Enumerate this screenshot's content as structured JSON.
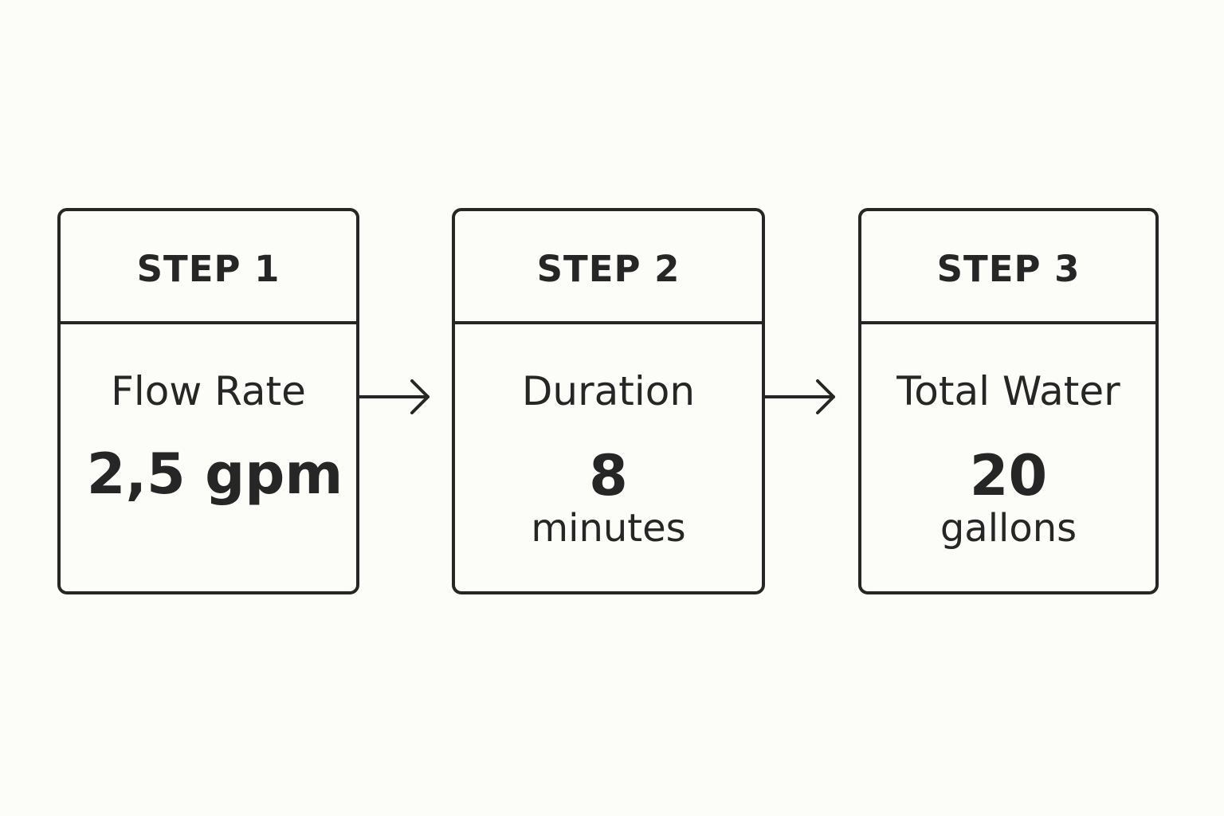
{
  "steps": [
    {
      "header": "STEP 1",
      "label": "Flow Rate",
      "value": "2,5 gpm",
      "unit": ""
    },
    {
      "header": "STEP 2",
      "label": "Duration",
      "value": "8",
      "unit": "minutes"
    },
    {
      "header": "STEP 3",
      "label": "Total Water",
      "value": "20",
      "unit": "gallons"
    }
  ],
  "arrows": [
    {
      "icon": "arrow-right-icon"
    },
    {
      "icon": "arrow-right-icon"
    }
  ],
  "colors": {
    "background": "#fcfcf8",
    "ink": "#262626"
  }
}
